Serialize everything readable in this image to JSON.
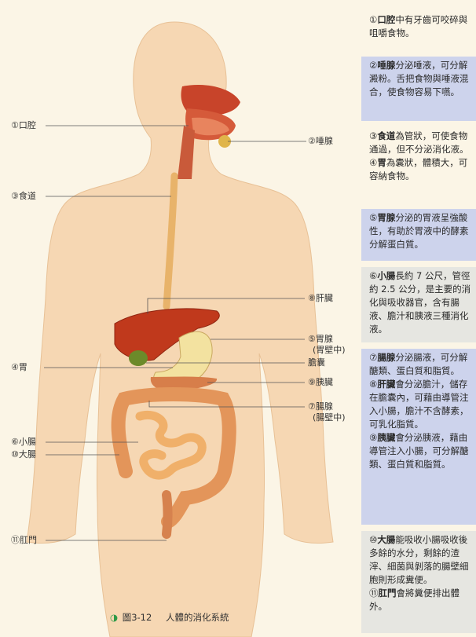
{
  "figure": {
    "labels": {
      "mouth": "①口腔",
      "salivary": "②唾腺",
      "esophagus": "③食道",
      "liver": "⑧肝臟",
      "gastric_gland": "⑤胃腺",
      "gastric_gland_sub": "(胃壁中)",
      "stomach": "④胃",
      "gallbladder": "膽囊",
      "pancreas": "⑨胰臟",
      "intestinal_gland": "⑦腸腺",
      "intestinal_gland_sub": "(腸壁中)",
      "small_intestine": "⑥小腸",
      "large_intestine": "⑩大腸",
      "anus": "⑪肛門"
    },
    "caption": {
      "marker": "◑",
      "number": "圖3-12",
      "title": "人體的消化系統"
    }
  },
  "panels": [
    {
      "tint": "yellow",
      "items": [
        {
          "num": "①",
          "term": "口腔",
          "text": "中有牙齒可咬碎與咀嚼食物。"
        }
      ]
    },
    {
      "tint": "blue",
      "items": [
        {
          "num": "②",
          "term": "唾腺",
          "text": "分泌唾液，可分解澱粉。舌把食物與唾液混合，使食物容易下嚥。"
        }
      ]
    },
    {
      "tint": "yellow",
      "items": [
        {
          "num": "③",
          "term": "食道",
          "text": "為管狀，可使食物通過，但不分泌消化液。"
        },
        {
          "num": "④",
          "term": "胃",
          "text": "為囊狀，體積大，可容納食物。"
        }
      ]
    },
    {
      "tint": "blue",
      "items": [
        {
          "num": "⑤",
          "term": "胃腺",
          "text": "分泌的胃液呈強酸性，有助於胃液中的酵素分解蛋白質。"
        }
      ]
    },
    {
      "tint": "gray",
      "items": [
        {
          "num": "⑥",
          "term": "小腸",
          "text": "長約 7 公尺，管徑約 2.5 公分，是主要的消化與吸收器官，含有腸液、膽汁和胰液三種消化液。"
        }
      ]
    },
    {
      "tint": "blue",
      "items": [
        {
          "num": "⑦",
          "term": "腸腺",
          "text": "分泌腸液，可分解醣類、蛋白質和脂質。"
        },
        {
          "num": "⑧",
          "term": "肝臟",
          "text": "會分泌膽汁，儲存在膽囊內，可藉由導管注入小腸，膽汁不含酵素，可乳化脂質。"
        },
        {
          "num": "⑨",
          "term": "胰臟",
          "text": "會分泌胰液，藉由導管注入小腸，可分解醣類、蛋白質和脂質。"
        }
      ]
    },
    {
      "tint": "gray",
      "items": [
        {
          "num": "⑩",
          "term": "大腸",
          "text": "能吸收小腸吸收後多餘的水分，剩餘的渣滓、細菌與剝落的腸壁細胞則形成糞便。"
        },
        {
          "num": "⑪",
          "term": "肛門",
          "text": "會將糞便排出體外。"
        }
      ]
    }
  ]
}
